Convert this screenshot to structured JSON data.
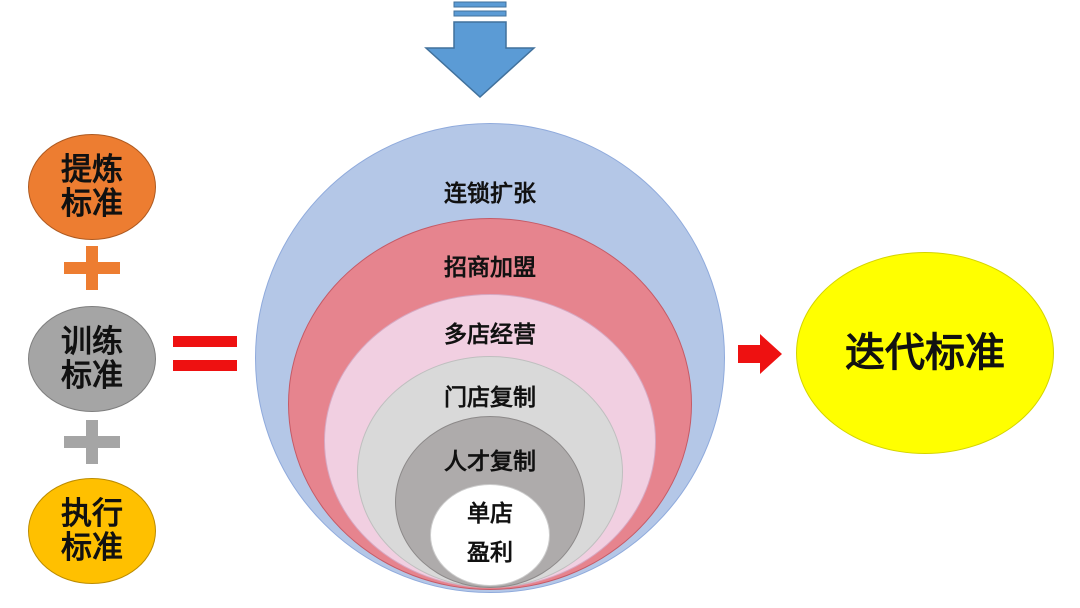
{
  "left_items": [
    {
      "line1": "提炼",
      "line2": "标准",
      "color": "#ED7D31"
    },
    {
      "line1": "训练",
      "line2": "标准",
      "color": "#A5A5A5"
    },
    {
      "line1": "执行",
      "line2": "标准",
      "color": "#FFC000"
    }
  ],
  "plus_colors": [
    "#ED7D31",
    "#A5A5A5"
  ],
  "equals_color": "#EE1111",
  "rings": [
    {
      "label": "连锁扩张",
      "color": "#B4C7E7"
    },
    {
      "label": "招商加盟",
      "color": "#E6848E"
    },
    {
      "label": "多店经营",
      "color": "#F1CFE1"
    },
    {
      "label": "门店复制",
      "color": "#D9D9D9"
    },
    {
      "label": "人才复制",
      "color": "#AEABAB"
    }
  ],
  "core": {
    "line1": "单店",
    "line2": "盈利",
    "color": "#FFFFFF"
  },
  "result": {
    "label": "迭代标准",
    "color": "#FFFF00"
  },
  "arrow_colors": {
    "down": "#5B9BD5",
    "right": "#EE1111"
  }
}
